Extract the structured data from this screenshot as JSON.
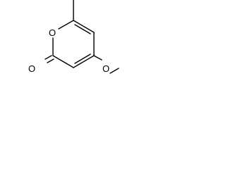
{
  "molecule": {
    "atoms": {
      "ring_oxygen": "O",
      "carbonyl_oxygen": "O",
      "methoxy_oxygen": "O"
    }
  },
  "colors": {
    "bond": "#000000",
    "label": "#000000",
    "background": "#ffffff"
  }
}
